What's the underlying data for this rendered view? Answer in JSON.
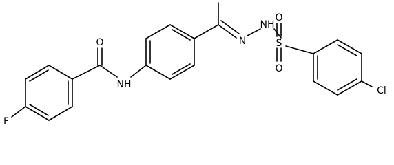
{
  "molecule": {
    "atoms": {
      "O_amide": "O",
      "NH_amide": "NH",
      "F": "F",
      "N_imine": "N",
      "NH_hydrazone": "NH",
      "S": "S",
      "O_sulfonyl_top": "O",
      "O_sulfonyl_bottom": "O",
      "Cl": "Cl"
    }
  }
}
